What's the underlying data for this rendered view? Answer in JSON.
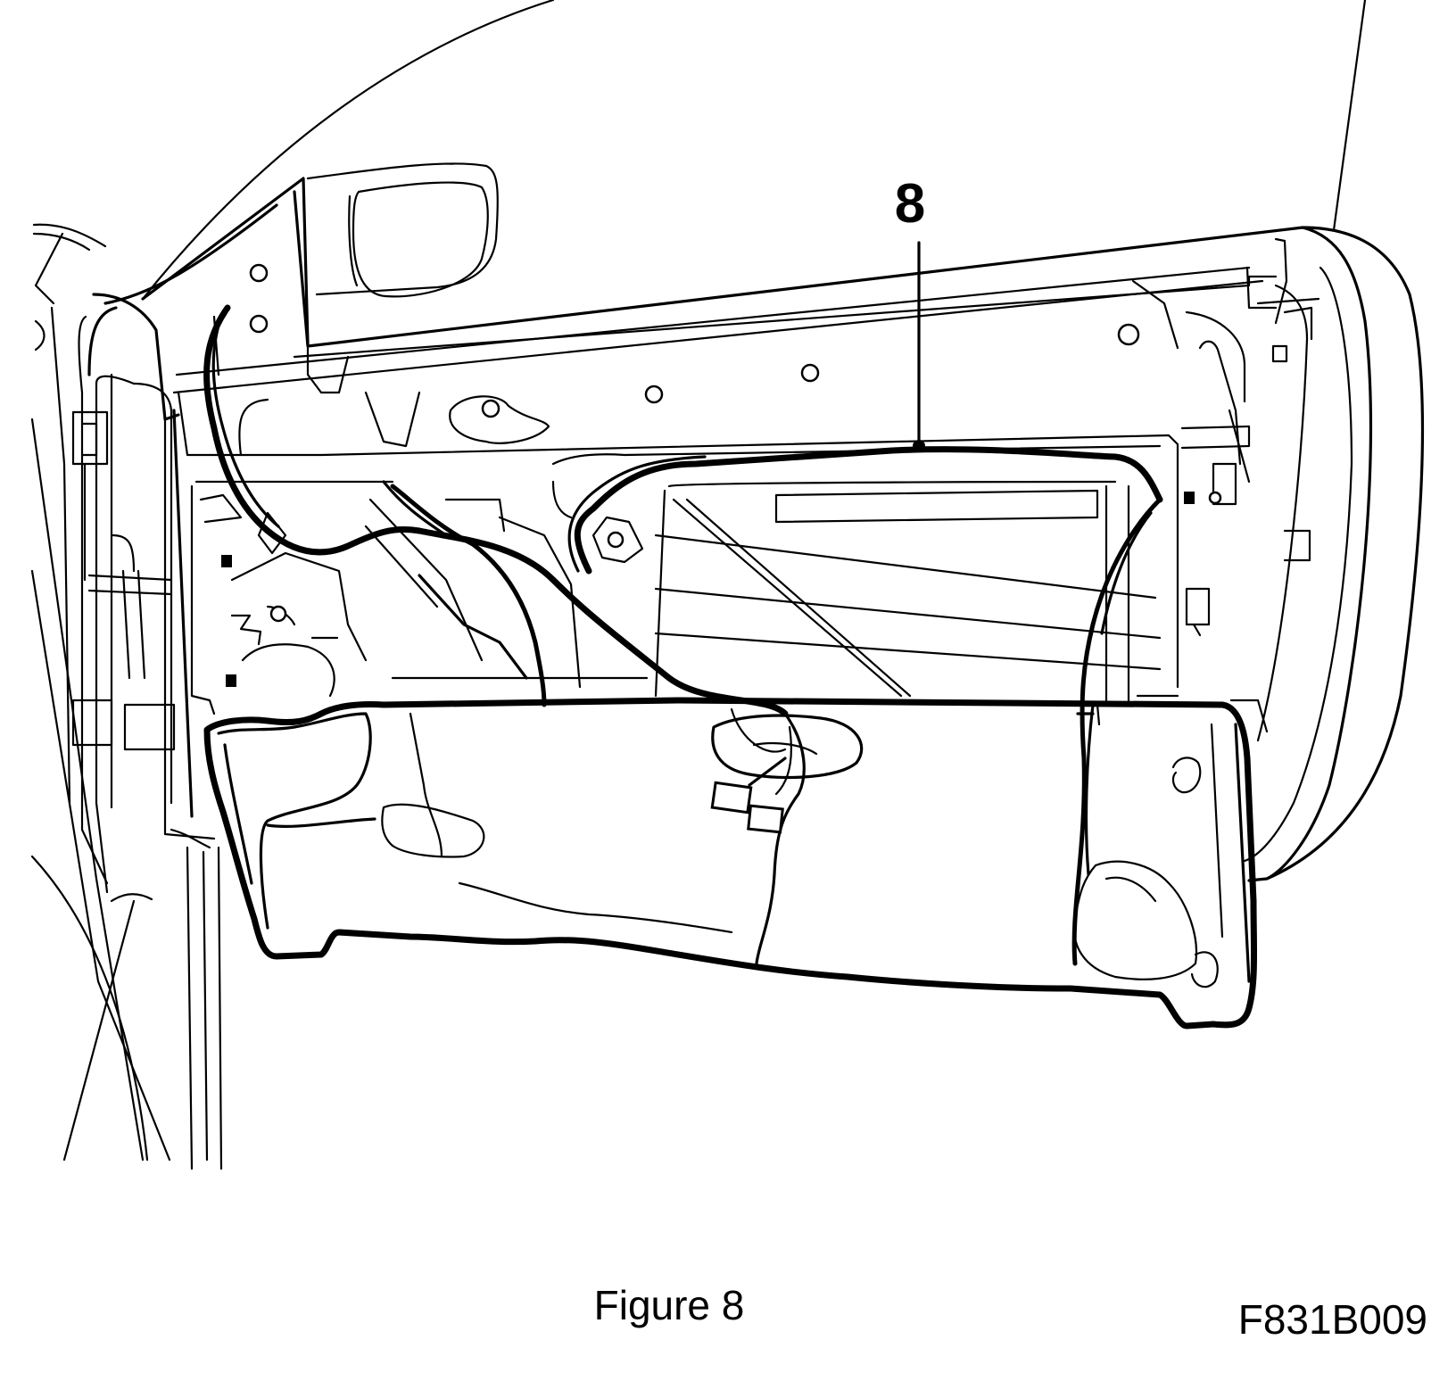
{
  "callout": {
    "number": "8"
  },
  "caption": "Figure 8",
  "figure_code": "F831B009"
}
